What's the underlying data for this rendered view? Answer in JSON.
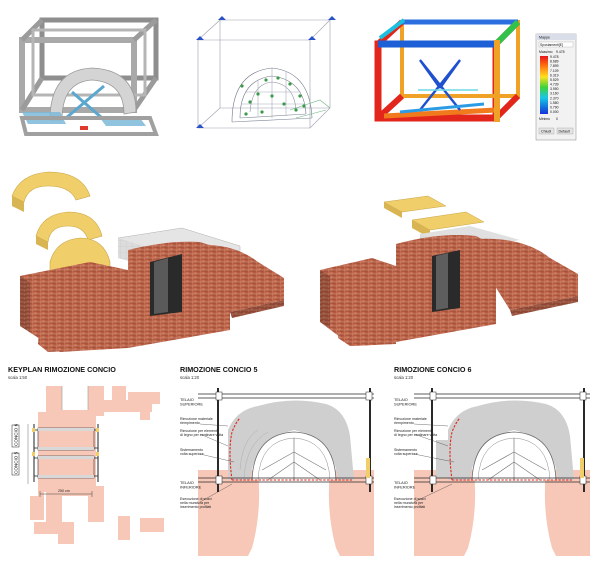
{
  "keyplan": {
    "title": "KEYPLAN RIMOZIONE CONCIO",
    "scale": "scala 1:50",
    "label_5": "CONCIO 5",
    "label_6": "CONCIO 6",
    "dim": "250 cm"
  },
  "removal5": {
    "title": "RIMOZIONE CONCIO 5",
    "scale": "scala 1:20",
    "telaio_sup_1": "TELAIO",
    "telaio_sup_2": "SUPERIORE",
    "telaio_inf_1": "TELAIO",
    "telaio_inf_2": "INFERIORE",
    "n1a": "Rimozione materiale",
    "n1b": "riempimento",
    "n2a": "Rimozione per elementi",
    "n2b": "di legno per centinare volta",
    "n3a": "Sistemamento",
    "n3b": "volta superiore",
    "n4a": "Esecuzione di scavi",
    "n4b": "nella muratura per",
    "n4c": "inserimento profilati"
  },
  "removal6": {
    "title": "RIMOZIONE CONCIO 6",
    "scale": "scala 1:20",
    "telaio_sup_1": "TELAIO",
    "telaio_sup_2": "SUPERIORE",
    "telaio_inf_1": "TELAIO",
    "telaio_inf_2": "INFERIORE",
    "n1a": "Rimozione materiale",
    "n1b": "riempimento",
    "n2a": "Rimozione per elementi",
    "n2b": "di legno per centinare volta",
    "n3a": "Sistemamento",
    "n3b": "volta superiore",
    "n4a": "Esecuzione di scavi",
    "n4b": "nella muratura per",
    "n4c": "inserimento profilati"
  },
  "palette": {
    "title": "Mappe",
    "field": "Spostamenti[E]",
    "max_label": "Massimo",
    "max_value": "9.478",
    "min_label": "Minimo",
    "min_value": "0",
    "values": [
      "9.478",
      "8.689",
      "7.899",
      "7.109",
      "6.319",
      "5.529",
      "4.739",
      "3.950",
      "3.160",
      "2.370",
      "1.580",
      "0.790",
      "0.000"
    ],
    "close_button": "Chiudi",
    "default_button": "Default"
  },
  "colors": {
    "brick": "#b5593f",
    "plan_salmon": "#f7c8b8",
    "vault_gray": "#cfcfcf",
    "formwork_yellow": "#f0cf6a",
    "dashed_red": "#e0261a"
  },
  "icons": [
    "gear-icon",
    "arrow-icon"
  ]
}
